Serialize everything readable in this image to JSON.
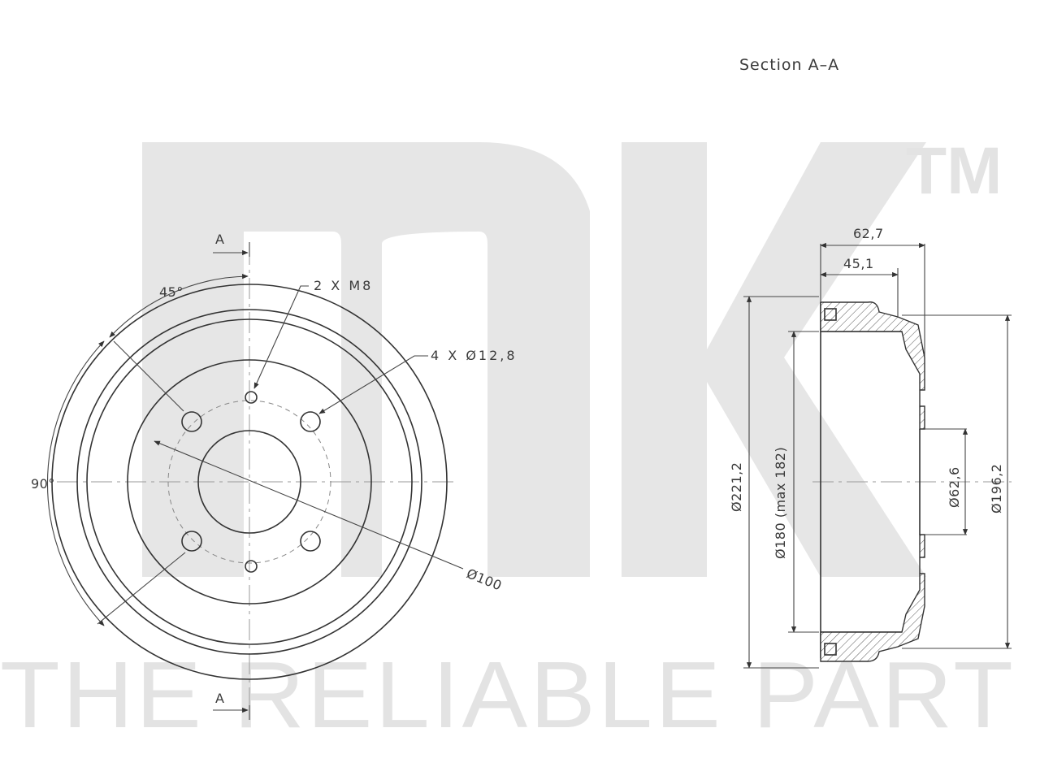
{
  "watermark": {
    "logo_letters": "NK",
    "trademark": "TM",
    "slogan": "THE RELIABLE PART"
  },
  "front_view": {
    "section_marker_top": "A",
    "section_marker_bottom": "A",
    "angle_45": "45°",
    "angle_90": "90°",
    "thread_holes": "2 X M8",
    "bolt_holes": "4 X Ø12,8",
    "pitch_circle": "Ø100"
  },
  "section_view": {
    "title": "Section A–A",
    "overall_depth": "62,7",
    "inner_depth": "45,1",
    "outer_diameter": "Ø221,2",
    "braking_diameter": "Ø180 (max 182)",
    "center_bore": "Ø62,6",
    "flange_diameter": "Ø196,2"
  }
}
